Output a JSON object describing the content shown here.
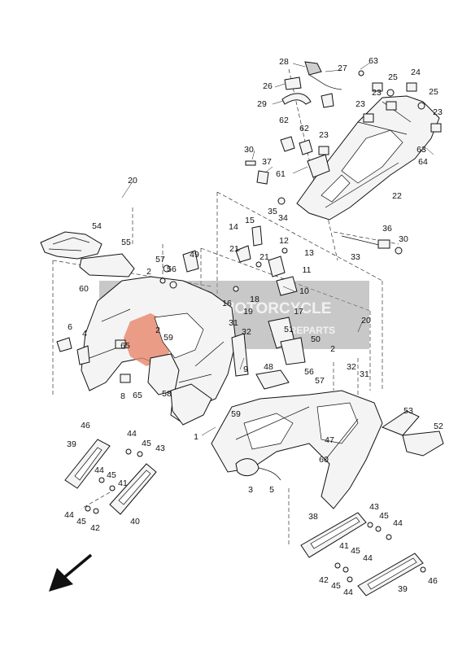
{
  "diagram": {
    "callouts": [
      "28",
      "27",
      "63",
      "26",
      "24",
      "25",
      "25",
      "29",
      "23",
      "23",
      "23",
      "62",
      "62",
      "23",
      "63",
      "64",
      "30",
      "37",
      "61",
      "22",
      "35",
      "34",
      "20",
      "36",
      "30",
      "14",
      "15",
      "12",
      "13",
      "54",
      "55",
      "21",
      "21",
      "33",
      "11",
      "57",
      "56",
      "49",
      "10",
      "2",
      "60",
      "16",
      "18",
      "19",
      "17",
      "20",
      "2",
      "59",
      "31",
      "32",
      "51",
      "6",
      "4",
      "65",
      "50",
      "9",
      "2",
      "32",
      "31",
      "48",
      "56",
      "57",
      "8",
      "65",
      "58",
      "53",
      "52",
      "59",
      "1",
      "47",
      "46",
      "39",
      "44",
      "45",
      "43",
      "60",
      "44",
      "45",
      "41",
      "3",
      "5",
      "44",
      "45",
      "42",
      "40",
      "43",
      "38",
      "45",
      "44",
      "41",
      "45",
      "44",
      "42",
      "45",
      "44",
      "39",
      "46"
    ],
    "watermark": {
      "line1": "MOTORCYCLE",
      "line2": "SPAREPARTS"
    },
    "colors": {
      "line": "#111111",
      "highlight": "#e8866a",
      "watermark_bg": "#9a9a9a"
    },
    "icons": [
      "front-direction-arrow-icon"
    ]
  }
}
